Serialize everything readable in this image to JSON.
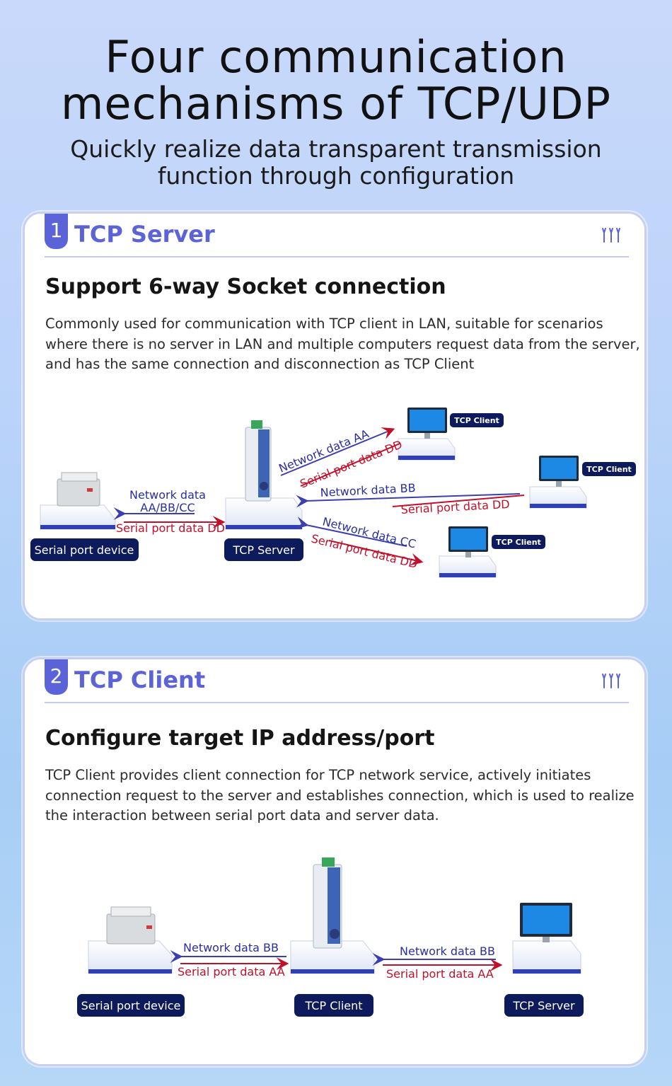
{
  "header": {
    "title_line1": "Four communication",
    "title_line2": "mechanisms of TCP/UDP",
    "subtitle_line1": "Quickly realize data transparent transmission",
    "subtitle_line2": "function through configuration"
  },
  "sections": [
    {
      "number": "1",
      "title": "TCP Server",
      "heading": "Support 6-way Socket connection",
      "description": "Commonly used for communication with TCP client in LAN, suitable for scenarios where there is no server in LAN and multiple computers request data from the server, and has the same connection and disconnection as TCP Client",
      "diagram": {
        "serial_device_label": "Serial port device",
        "server_label": "TCP Server",
        "client_label": "TCP Client",
        "left_network": "Network data",
        "left_network_values": "AA/BB/CC",
        "left_serial": "Serial port data DD",
        "aa_network": "Network data AA",
        "aa_serial": "Serial port data DD",
        "bb_network": "Network data BB",
        "bb_serial": "Serial port data DD",
        "cc_network": "Network data CC",
        "cc_serial": "Serial port data DD"
      }
    },
    {
      "number": "2",
      "title": "TCP Client",
      "heading": "Configure target IP address/port",
      "description": "TCP Client provides client connection for TCP network service, actively initiates connection request to the server and establishes connection, which is used to realize the interaction between serial port data and server data.",
      "diagram": {
        "serial_device_label": "Serial port device",
        "client_label": "TCP Client",
        "server_label": "TCP Server",
        "left_network": "Network data BB",
        "left_serial": "Serial port data AA",
        "right_network": "Network data BB",
        "right_serial": "Serial port data AA"
      }
    }
  ],
  "colors": {
    "accent": "#5a64d8",
    "network_text": "#2a2f9e",
    "serial_text": "#c0102a",
    "label_pill": "#0d1a5c"
  }
}
